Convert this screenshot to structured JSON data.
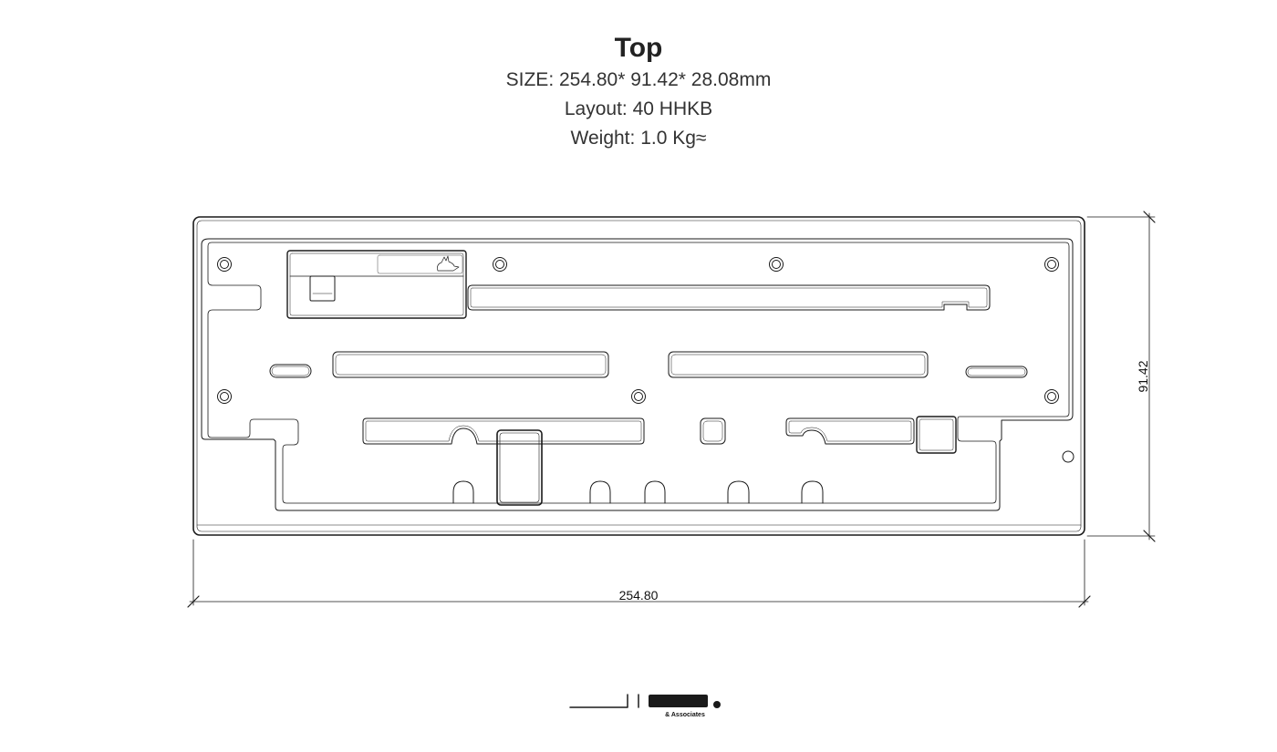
{
  "title": "Top",
  "specs": {
    "size_label": "SIZE:",
    "size_value": "254.80* 91.42* 28.08mm",
    "layout_label": "Layout:",
    "layout_value": "40 HHKB",
    "weight_label": "Weight:",
    "weight_value": "1.0 Kg≈"
  },
  "dimensions": {
    "width_label": "254.80",
    "height_label": "91.42"
  },
  "logo": {
    "tagline": "& Associates"
  },
  "colors": {
    "line": "#1a1a1a",
    "fill_dark": "#1a1a1a"
  }
}
